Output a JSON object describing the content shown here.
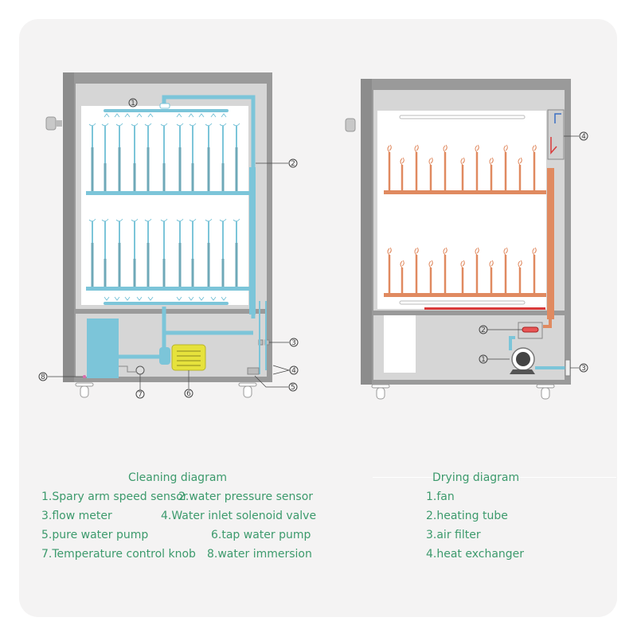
{
  "colors": {
    "background": "#f4f3f3",
    "legend_text": "#3c9a6c",
    "cabinet_frame": "#9a9a9a",
    "cabinet_inner": "#d6d6d6",
    "chamber": "#ffffff",
    "water_pipe": "#7cc5d9",
    "hot_air_pipe": "#e08a60",
    "pump_motor": "#e6e23c",
    "heating_element": "#d93a3a"
  },
  "cleaning": {
    "title": "Cleaning diagram",
    "callouts": [
      "1",
      "2",
      "3",
      "4",
      "5",
      "6",
      "7",
      "8"
    ],
    "items": [
      {
        "label": "1.Spary arm speed sensor"
      },
      {
        "label": "2.water pressure sensor"
      },
      {
        "label": "3.flow meter"
      },
      {
        "label": "4.Water inlet solenoid valve"
      },
      {
        "label": "5.pure water pump"
      },
      {
        "label": "6.tap water pump"
      },
      {
        "label": "7.Temperature control knob"
      },
      {
        "label": "8.water immersion"
      }
    ]
  },
  "drying": {
    "title": "Drying diagram",
    "callouts": [
      "1",
      "2",
      "3",
      "4"
    ],
    "items": [
      {
        "label": "1.fan"
      },
      {
        "label": "2.heating tube"
      },
      {
        "label": "3.air filter"
      },
      {
        "label": "4.heat exchanger"
      }
    ]
  }
}
